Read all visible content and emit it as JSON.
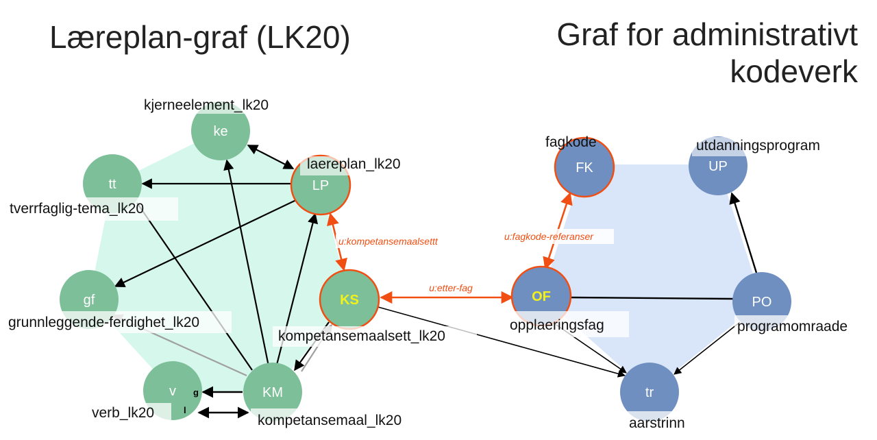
{
  "titles": {
    "left": "Læreplan-graf (LK20)",
    "right_line1": "Graf for administrativt",
    "right_line2": "kodeverk"
  },
  "colors": {
    "green_node": "#7dbf98",
    "green_region": "#d6f7eb",
    "blue_node": "#6f8fc0",
    "blue_region": "#d9e6fa",
    "accent_orange": "#f04e12",
    "highlight_yellow": "#f2f21a",
    "black_edge": "#000000",
    "gray_edge": "#a0a0a0"
  },
  "nodes": {
    "ke": {
      "abbr": "ke",
      "name": "kjerneelement_lk20"
    },
    "tt": {
      "abbr": "tt",
      "name": "tverrfaglig-tema_lk20"
    },
    "lp": {
      "abbr": "LP",
      "name": "laereplan_lk20"
    },
    "gf": {
      "abbr": "gf",
      "name": "grunnleggende-ferdighet_lk20"
    },
    "ks": {
      "abbr": "KS",
      "name": "kompetansemaalsett_lk20"
    },
    "v": {
      "abbr": "v",
      "name": "verb_lk20"
    },
    "km": {
      "abbr": "KM",
      "name": "kompetansemaal_lk20"
    },
    "fk": {
      "abbr": "FK",
      "name": "fagkode"
    },
    "up": {
      "abbr": "UP",
      "name": "utdanningsprogram"
    },
    "of": {
      "abbr": "OF",
      "name": "opplaeringsfag"
    },
    "po": {
      "abbr": "PO",
      "name": "programomraade"
    },
    "tr": {
      "abbr": "tr",
      "name": "aarstrinn"
    }
  },
  "edge_labels": {
    "lp_ks": "u:kompetansemaalsettt",
    "ks_of": "u:etter-fag",
    "fk_of": "u:fagkode-referanser"
  },
  "small_marks": {
    "g": "g",
    "l": "l"
  }
}
